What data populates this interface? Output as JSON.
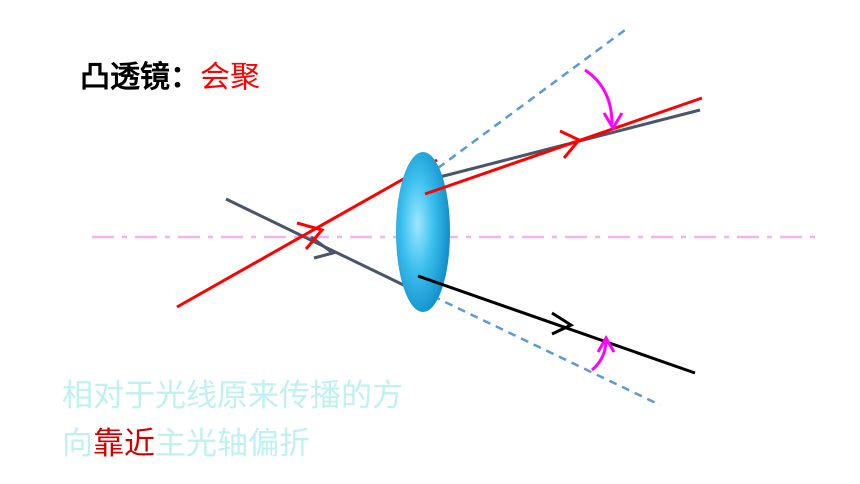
{
  "title": {
    "prefix": "凸透镜：",
    "highlight": "会聚"
  },
  "caption": {
    "line1": "相对于光线原来传播的方",
    "line2_pre": "向",
    "line2_red": "靠近",
    "line2_post": "主光轴偏折"
  },
  "colors": {
    "ray_red": "#ff0000",
    "ray_gray": "#4a5568",
    "ray_black": "#000000",
    "dashed_extension": "#5b9bd5",
    "principal_axis": "#f0b4f0",
    "deflection_arrow": "#ff00ff",
    "lens": "#29b6e6",
    "caption_text": "#bff1f1"
  },
  "icons": {
    "lens": "convex-lens-icon",
    "deflection": "curved-arrow-icon"
  }
}
